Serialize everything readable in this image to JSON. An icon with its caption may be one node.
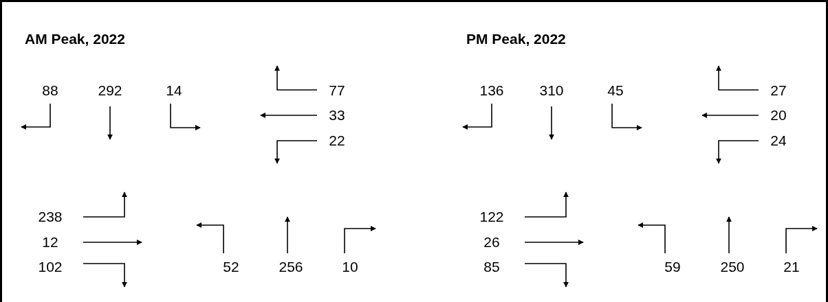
{
  "diagram": {
    "labels": [
      "AM Peak, 2022",
      "88",
      "292",
      "14",
      "77",
      "33",
      "22",
      "238",
      "12",
      "102",
      "52",
      "256",
      "10",
      "PM Peak, 2022",
      "136",
      "310",
      "45",
      "27",
      "20",
      "24",
      "122",
      "26",
      "85",
      "59",
      "250",
      "21"
    ]
  }
}
